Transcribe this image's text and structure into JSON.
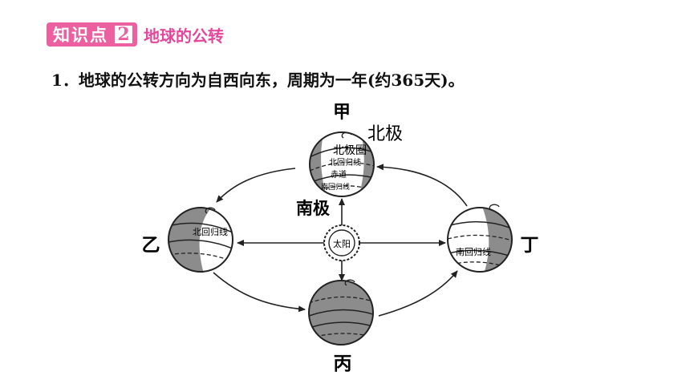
{
  "header": {
    "badge_text": "知识点",
    "badge_number": "2",
    "topic": "地球的公转"
  },
  "point1": {
    "text": "1．地球的公转方向为自西向东，周期为一年(约365天)。"
  },
  "diagram": {
    "positions": {
      "top": "甲",
      "left": "乙",
      "bottom": "丙",
      "right": "丁"
    },
    "labels": {
      "north_pole": "北极",
      "south_pole": "南极",
      "sun": "太阳",
      "arctic_circle": "北极圈",
      "tropic_cancer": "北回归线",
      "equator": "赤道",
      "tropic_capricorn": "南回归线"
    },
    "colors": {
      "badge": "#ec5fa0",
      "topic": "#e7469a",
      "shade": "#8c8c8c"
    }
  }
}
